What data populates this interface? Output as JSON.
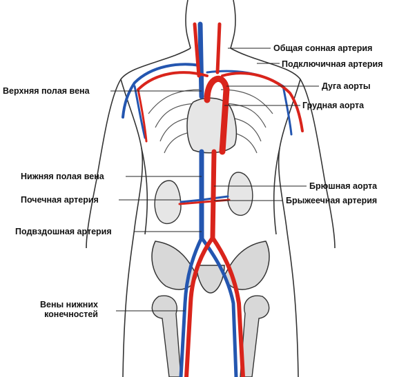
{
  "colors": {
    "artery": "#d9241b",
    "vein": "#2456b0",
    "outline": "#333333",
    "organ_fill": "#e6e6e6",
    "bone_fill": "#d8d8d8"
  },
  "labels": {
    "common_carotid": "Общая сонная артерия",
    "subclavian": "Подключичная артерия",
    "aortic_arch": "Дуга аорты",
    "thoracic_aorta": "Грудная аорта",
    "abdominal_aorta": "Брюшная аорта",
    "mesenteric": "Брыжеечная артерия",
    "superior_vena_cava": "Верхняя полая вена",
    "inferior_vena_cava": "Нижняя полая вена",
    "renal_artery": "Почечная артерия",
    "iliac_artery": "Подвздошная артерия",
    "leg_veins_line1": "Вены нижних",
    "leg_veins_line2": "конечностей"
  }
}
